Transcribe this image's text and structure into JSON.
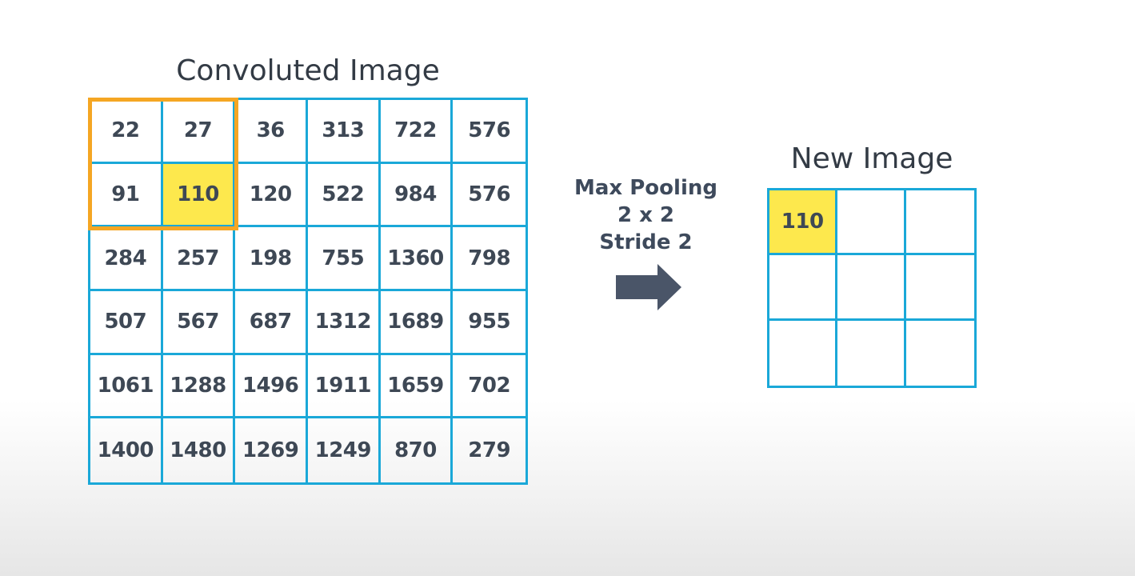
{
  "convoluted_image": {
    "title": "Convoluted Image",
    "rows": [
      [
        "22",
        "27",
        "36",
        "313",
        "722",
        "576"
      ],
      [
        "91",
        "110",
        "120",
        "522",
        "984",
        "576"
      ],
      [
        "284",
        "257",
        "198",
        "755",
        "1360",
        "798"
      ],
      [
        "507",
        "567",
        "687",
        "1312",
        "1689",
        "955"
      ],
      [
        "1061",
        "1288",
        "1496",
        "1911",
        "1659",
        "702"
      ],
      [
        "1400",
        "1480",
        "1269",
        "1249",
        "870",
        "279"
      ]
    ],
    "highlight_cell": [
      1,
      1
    ]
  },
  "operation": {
    "line1": "Max Pooling",
    "line2": "2 x 2",
    "line3": "Stride 2"
  },
  "new_image": {
    "title": "New Image",
    "rows": [
      [
        "110",
        "",
        ""
      ],
      [
        "",
        "",
        ""
      ],
      [
        "",
        "",
        ""
      ]
    ],
    "highlight_cell": [
      0,
      0
    ]
  },
  "colors": {
    "grid_line": "#1aa8d8",
    "window": "#f5a623",
    "highlight": "#fde84d",
    "arrow": "#4a5568"
  }
}
